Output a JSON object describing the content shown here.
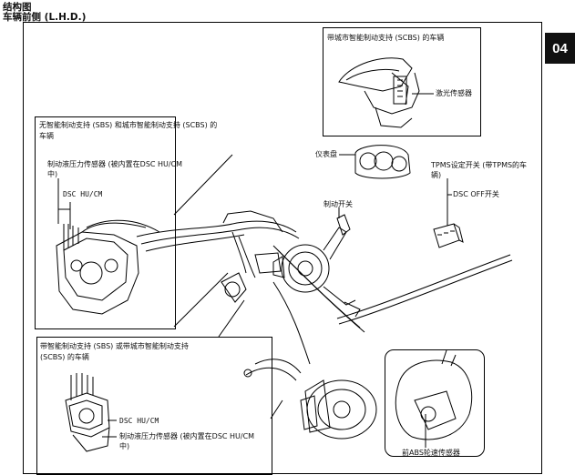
{
  "header": {
    "title": "结构图",
    "subtitle": "车辆前侧 (L.H.D.)"
  },
  "tab_label": "04",
  "callouts": {
    "scbs_box_title": "带城市智能制动支持 (SCBS) 的车辆",
    "laser_sensor": "激光传感器",
    "no_sbs_box_title_1": "无智能制动支持 (SBS) 和城市智能制动支持 (SCBS) 的",
    "no_sbs_box_title_2": "车辆",
    "brake_pressure_sensor_1": "制动液压力传感器 (被内置在DSC HU/CM",
    "brake_pressure_sensor_2": "中)",
    "dsc_hucm_top": "DSC HU/CM",
    "instrument_cluster": "仪表盘",
    "tpms_switch_1": "TPMS设定开关 (带TPMS的车",
    "tpms_switch_2": "辆)",
    "dsc_off_switch": "DSC OFF开关",
    "brake_switch": "制动开关",
    "sbs_box_title_1": "带智能制动支持 (SBS) 或带城市智能制动支持",
    "sbs_box_title_2": "(SCBS) 的车辆",
    "dsc_hucm_bottom": "DSC HU/CM",
    "brake_pressure_sensor_b1": "制动液压力传感器 (被内置在DSC HU/CM",
    "brake_pressure_sensor_b2": "中)",
    "front_abs_sensor": "前ABS轮速传感器"
  },
  "colors": {
    "ink": "#000000",
    "tab_bg": "#111111",
    "tab_text": "#ffffff"
  }
}
